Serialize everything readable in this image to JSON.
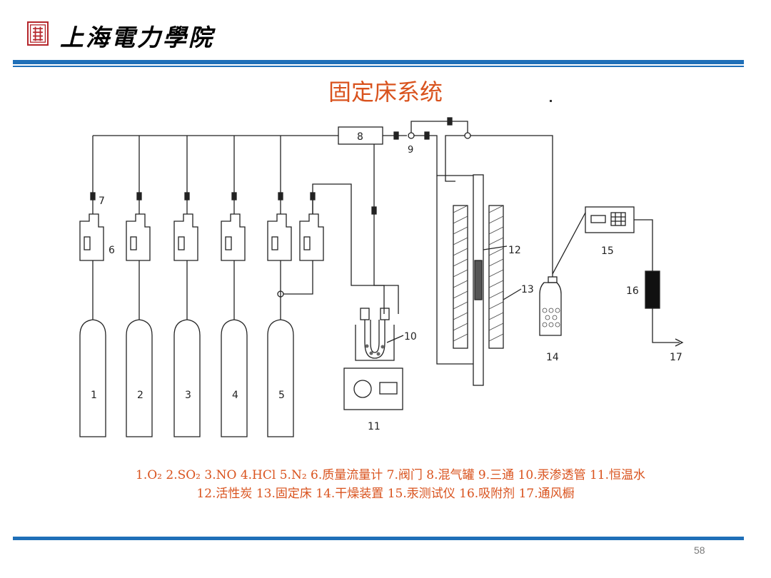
{
  "header": {
    "school_name": "上海電力學院",
    "logo": "shanghai-university-electric-power-seal"
  },
  "slide": {
    "title": "固定床系统",
    "page_number": "58"
  },
  "diagram": {
    "cylinder_labels": [
      "1",
      "2",
      "3",
      "4",
      "5"
    ],
    "label_7": "7",
    "label_6": "6",
    "label_8": "8",
    "label_9": "9",
    "label_10": "10",
    "label_11": "11",
    "label_12": "12",
    "label_13": "13",
    "label_14": "14",
    "label_15": "15",
    "label_16": "16",
    "label_17": "17"
  },
  "caption": {
    "line1": "1.O₂ 2.SO₂ 3.NO 4.HCl 5.N₂ 6.质量流量计 7.阀门 8.混气罐 9.三通 10.汞渗透管 11.恒温水",
    "line2": "12.活性炭 13.固定床 14.干燥装置 15.汞测试仪 16.吸附剂 17.通风橱"
  },
  "colors": {
    "accent_rule": "#1f6fb8",
    "title": "#d9531e",
    "seal": "#b5262b"
  }
}
